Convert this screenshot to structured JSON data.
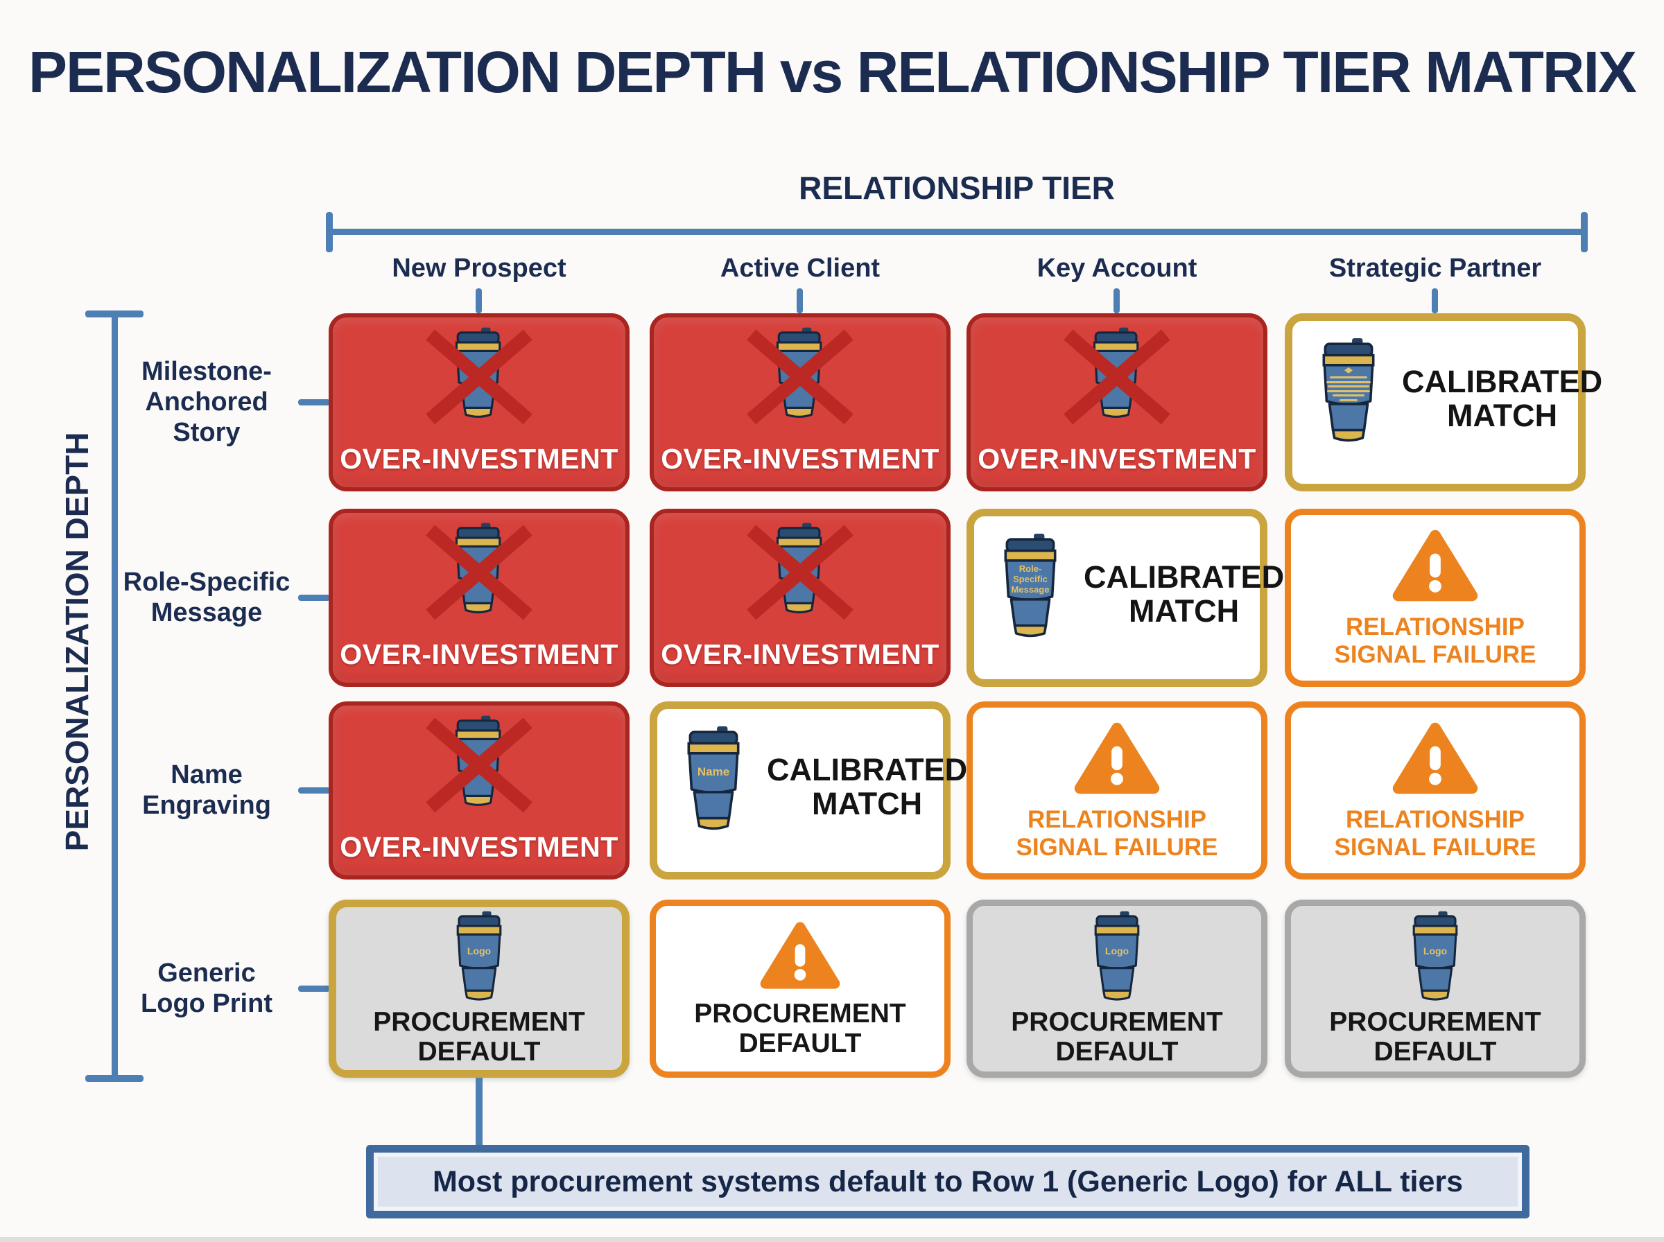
{
  "title": "PERSONALIZATION DEPTH vs RELATIONSHIP TIER MATRIX",
  "x_axis": {
    "title": "RELATIONSHIP TIER",
    "columns": [
      "New Prospect",
      "Active Client",
      "Key Account",
      "Strategic Partner"
    ]
  },
  "y_axis": {
    "title": "PERSONALIZATION DEPTH"
  },
  "matrix": {
    "rows": [
      {
        "label": "Milestone-\nAnchored\nStory",
        "cells": [
          {
            "status": "OVER-INVESTMENT",
            "icon": "crossed-tumbler-icon"
          },
          {
            "status": "OVER-INVESTMENT",
            "icon": "crossed-tumbler-icon"
          },
          {
            "status": "OVER-INVESTMENT",
            "icon": "crossed-tumbler-icon"
          },
          {
            "status": "CALIBRATED\nMATCH",
            "icon": "story-engraved-tumbler-icon"
          }
        ]
      },
      {
        "label": "Role-Specific\nMessage",
        "cells": [
          {
            "status": "OVER-INVESTMENT",
            "icon": "crossed-tumbler-icon"
          },
          {
            "status": "OVER-INVESTMENT",
            "icon": "crossed-tumbler-icon"
          },
          {
            "status": "CALIBRATED\nMATCH",
            "icon": "engraved-tumbler-icon",
            "engraving": "Role-\nSpecific\nMessage"
          },
          {
            "status": "RELATIONSHIP\nSIGNAL FAILURE",
            "icon": "warning-triangle-icon"
          }
        ]
      },
      {
        "label": "Name\nEngraving",
        "cells": [
          {
            "status": "OVER-INVESTMENT",
            "icon": "crossed-tumbler-icon"
          },
          {
            "status": "CALIBRATED\nMATCH",
            "icon": "engraved-tumbler-icon",
            "engraving": "Name"
          },
          {
            "status": "RELATIONSHIP\nSIGNAL FAILURE",
            "icon": "warning-triangle-icon"
          },
          {
            "status": "RELATIONSHIP\nSIGNAL FAILURE",
            "icon": "warning-triangle-icon"
          }
        ]
      },
      {
        "label": "Generic\nLogo Print",
        "cells": [
          {
            "status": "PROCUREMENT\nDEFAULT",
            "icon": "engraved-tumbler-icon",
            "engraving": "Logo"
          },
          {
            "status": "PROCUREMENT\nDEFAULT",
            "icon": "warning-triangle-icon"
          },
          {
            "status": "PROCUREMENT\nDEFAULT",
            "icon": "engraved-tumbler-icon",
            "engraving": "Logo"
          },
          {
            "status": "PROCUREMENT\nDEFAULT",
            "icon": "engraved-tumbler-icon",
            "engraving": "Logo"
          }
        ]
      }
    ]
  },
  "callout": {
    "text": "Most procurement systems default to Row 1 (Generic Logo) for ALL tiers"
  },
  "colors": {
    "navy_text": "#1b2c50",
    "axis_blue": "#4d7fb5",
    "over_fill": "#d7413c",
    "over_border": "#aa2420",
    "cross_red": "#bc2823",
    "gold_border": "#c9a43f",
    "engraving_gold": "#e3c169",
    "warning_orange": "#ed831f",
    "gray_fill": "#dbdbdb",
    "gray_border": "#a8a8a8",
    "callout_fill": "#dce3ee",
    "callout_border": "#3e6a9e"
  }
}
